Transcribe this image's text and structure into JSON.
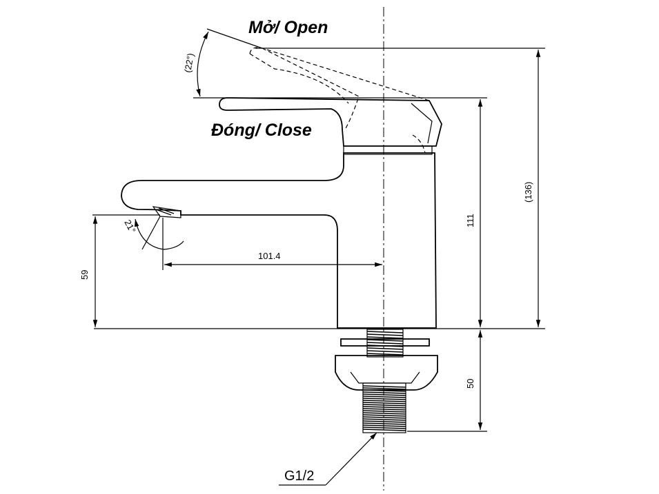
{
  "labels": {
    "open": "Mở/ Open",
    "close": "Đóng/ Close",
    "thread": "G1/2"
  },
  "dimensions": {
    "lever_angle": "(22°)",
    "spout_angle": "21°",
    "spout_reach": "101.4",
    "spout_height": "59",
    "body_height": "111",
    "total_height": "(136)",
    "shank_length": "50"
  }
}
